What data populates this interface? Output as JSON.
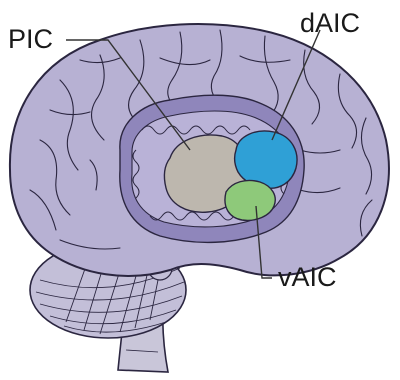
{
  "labels": {
    "pic": "PIC",
    "daic": "dAIC",
    "vaic": "vAIC"
  },
  "colors": {
    "cortex": "#b7b1d3",
    "cortex_dark": "#9b93c2",
    "sulcus_line": "#2b2640",
    "insula_outer": "#8f86bb",
    "insula_inner": "#b9b2d7",
    "pic_region": "#bdb7ae",
    "daic_region": "#2fa0d6",
    "vaic_region": "#8ec97a",
    "cerebellum": "#c3bfd8",
    "brainstem": "#c9c6d9",
    "leader_line": "#333333"
  },
  "icons": {
    "diagram": "brain-insula-icon"
  }
}
